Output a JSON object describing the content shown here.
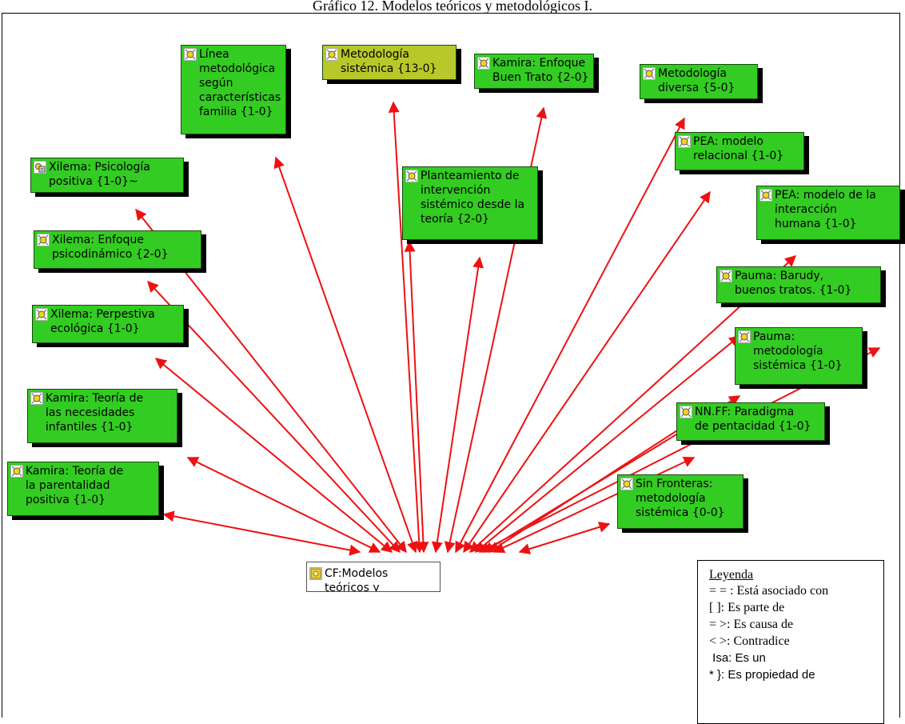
{
  "caption": "Gráfico 12. Modelos teóricos y metodológicos I.",
  "colors": {
    "node": "#33cc22",
    "node_selected": "#b8c82a",
    "edge": "#ee1111"
  },
  "root": {
    "icon": "code-family-icon",
    "label": "CF:Modelos\nteóricos y"
  },
  "nodes": [
    {
      "id": "linea",
      "icon": "code-icon",
      "label": "Línea\nmetodológica\nsegún\ncaracterísticas\nfamilia {1-0}"
    },
    {
      "id": "metsis",
      "icon": "code-icon",
      "label": "Metodología\nsistémica {13-0}",
      "selected": true
    },
    {
      "id": "kamira_bt",
      "icon": "code-icon",
      "label": "Kamira: Enfoque\nBuen Trato {2-0}"
    },
    {
      "id": "metdiv",
      "icon": "code-icon",
      "label": "Metodología\ndiversa {5-0}"
    },
    {
      "id": "xil_psico",
      "icon": "memo-code-icon",
      "label": "Xilema: Psicología\npositiva {1-0}~"
    },
    {
      "id": "plant",
      "icon": "code-icon",
      "label": "Planteamiento de\nintervención\nsistémico desde la\nteoría {2-0}"
    },
    {
      "id": "pea_rel",
      "icon": "code-icon",
      "label": "PEA: modelo\nrelacional {1-0}"
    },
    {
      "id": "pea_int",
      "icon": "code-icon",
      "label": "PEA: modelo de la\ninteracción\nhumana {1-0}"
    },
    {
      "id": "xil_enf",
      "icon": "code-icon",
      "label": "Xilema: Enfoque\npsicodinámico {2-0}"
    },
    {
      "id": "pauma_bar",
      "icon": "code-icon",
      "label": "Pauma: Barudy,\nbuenos tratos. {1-0}"
    },
    {
      "id": "xil_eco",
      "icon": "code-icon",
      "label": "Xilema: Perpestiva\necológica {1-0}"
    },
    {
      "id": "pauma_met",
      "icon": "code-icon",
      "label": "Pauma:\nmetodología\nsistémica {1-0}"
    },
    {
      "id": "kamira_nec",
      "icon": "code-icon",
      "label": "Kamira: Teoría de\nlas necesidades\ninfantiles {1-0}"
    },
    {
      "id": "nnff",
      "icon": "code-icon",
      "label": "NN.FF: Paradigma\nde pentacidad {1-0}"
    },
    {
      "id": "kamira_par",
      "icon": "code-icon",
      "label": "Kamira: Teoría de\nla parentalidad\npositiva {1-0}"
    },
    {
      "id": "sinfr",
      "icon": "code-icon",
      "label": "Sin Fronteras:\nmetodología\nsistémica {0-0}"
    }
  ],
  "legend": {
    "title": "Leyenda",
    "items": [
      "= = : Está asociado con",
      "[ ]: Es parte de",
      "= >: Es causa de",
      "< >: Contradice",
      " Isa: Es un",
      "* }: Es propiedad de"
    ]
  }
}
